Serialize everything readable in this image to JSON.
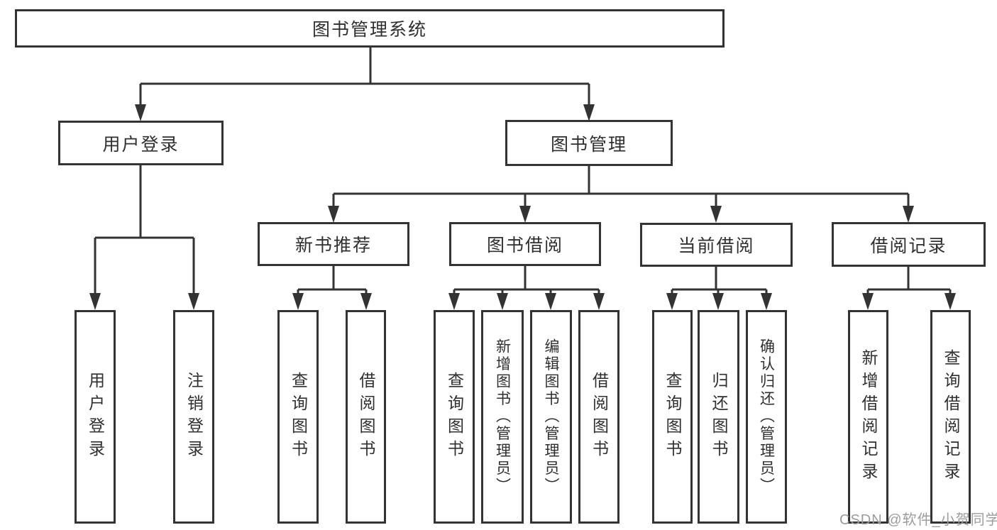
{
  "colors": {
    "line": "#333333",
    "box_border": "#333333",
    "text": "#2f2f2f",
    "background": "#ffffff",
    "watermark": "#9c9c9c"
  },
  "watermark": {
    "text": "CSDN @软件_小贺同学"
  },
  "tree": {
    "label": "图书管理系统",
    "children": [
      {
        "label": "用户登录",
        "children": [
          {
            "label": "用户登录"
          },
          {
            "label": "注销登录"
          }
        ]
      },
      {
        "label": "图书管理",
        "children": [
          {
            "label": "新书推荐",
            "children": [
              {
                "label": "查询图书"
              },
              {
                "label": "借阅图书"
              }
            ]
          },
          {
            "label": "图书借阅",
            "children": [
              {
                "label": "查询图书"
              },
              {
                "label": "新增图书（管理员）"
              },
              {
                "label": "编辑图书（管理员）"
              },
              {
                "label": "借阅图书"
              }
            ]
          },
          {
            "label": "当前借阅",
            "children": [
              {
                "label": "查询图书"
              },
              {
                "label": "归还图书"
              },
              {
                "label": "确认归还（管理员）"
              }
            ]
          },
          {
            "label": "借阅记录",
            "children": [
              {
                "label": "新增借阅记录"
              },
              {
                "label": "查询借阅记录"
              }
            ]
          }
        ]
      }
    ]
  }
}
